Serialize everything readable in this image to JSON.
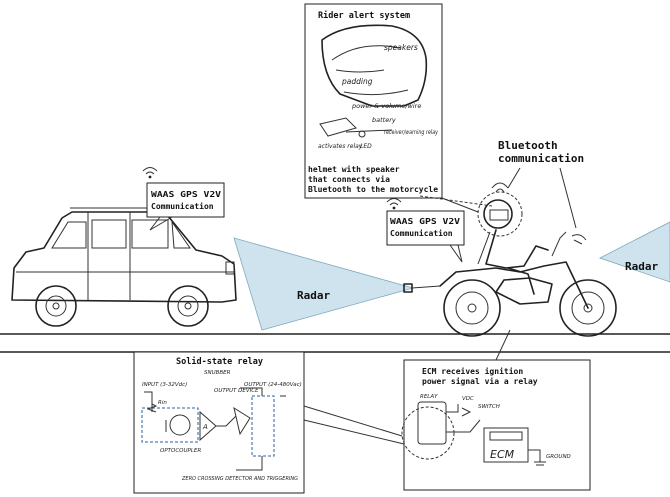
{
  "panels": {
    "rider_alert": {
      "title": "Rider alert system",
      "caption_lines": [
        "helmet with speaker",
        "that connects via",
        "Bluetooth to the motorcycle"
      ],
      "sketch_labels": [
        "speakers",
        "padding",
        "power & volume/wire",
        "battery",
        "receiver/warning relay",
        "activates relay",
        "LED"
      ]
    },
    "relay": {
      "title": "Solid-state relay",
      "sketch_labels": [
        "INPUT (3-32Vdc)",
        "Rin",
        "OPTOCOUPLER",
        "SNUBBER",
        "OUTPUT DEVICE",
        "OUTPUT (24-480Vac)",
        "A",
        "ZERO CROSSING DETECTOR AND TRIGGERING"
      ]
    },
    "ecm": {
      "title_lines": [
        "ECM receives ignition",
        "power signal via a relay"
      ],
      "sketch_labels": [
        "RELAY",
        "VDC",
        "SWITCH",
        "ECM",
        "GROUND"
      ]
    }
  },
  "callouts": {
    "car_waas": [
      "WAAS GPS V2V",
      "Communication"
    ],
    "bike_waas": [
      "WAAS GPS V2V",
      "Communication"
    ],
    "bluetooth": [
      "Bluetooth",
      "communication"
    ]
  },
  "radar_left": "Radar",
  "radar_right": "Radar",
  "colors": {
    "radar_beam": "#cfe3ef",
    "radar_beam_edge": "#7ea9bf",
    "ink": "#222222"
  },
  "icons": [
    "wifi-icon",
    "wifi-icon",
    "bluetooth-signal-icon"
  ]
}
